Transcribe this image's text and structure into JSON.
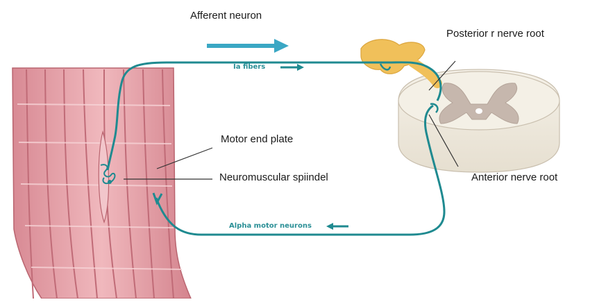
{
  "labels": {
    "afferent_neuron": "Afferent neuron",
    "posterior_root": "Posterior r nerve root",
    "motor_end_plate": "Motor end plate",
    "neuromuscular_spindle": "Neuromuscular spiindel",
    "anterior_root": "Anterior nerve root",
    "ia_fibers": "Ia fibers",
    "alpha_motor": "Alpha motor neurons"
  },
  "colors": {
    "nerve": "#1f8a90",
    "arrow": "#3aa7c4",
    "muscle": "#e7a3ab",
    "muscle_dark": "#c8747f",
    "ganglion": "#f3c35a",
    "cord_white": "#f1ede4",
    "cord_grey": "#c9bcb4"
  }
}
